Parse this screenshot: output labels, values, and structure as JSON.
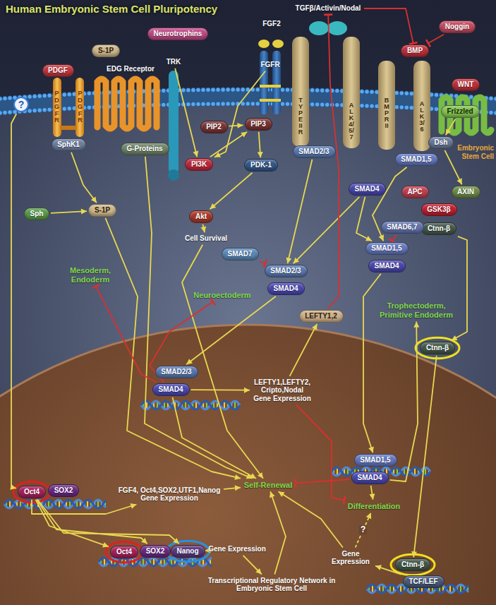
{
  "diagram": {
    "title": "Human Embryonic Stem Cell Pluripotency",
    "nodes": [
      {
        "text": [
          "?"
        ]
      },
      {
        "text": [
          "PDGF"
        ]
      },
      {
        "text": [
          "PDGFR",
          "PDGFR"
        ]
      },
      {
        "text": [
          "S-1P"
        ]
      },
      {
        "text": [
          "EDG Receptor"
        ]
      },
      {
        "text": [
          "Neurotrophins"
        ]
      },
      {
        "text": [
          "TRK"
        ]
      },
      {
        "text": [
          "FGF2"
        ]
      },
      {
        "text": [
          "FGFR"
        ]
      },
      {
        "text": [
          "TGFβ/Activin/Nodal"
        ]
      },
      {
        "text": [
          "TYPE II R"
        ]
      },
      {
        "text": [
          "ALK 4/5/7"
        ]
      },
      {
        "text": [
          "Noggin"
        ]
      },
      {
        "text": [
          "BMP"
        ]
      },
      {
        "text": [
          "BMPR II"
        ]
      },
      {
        "text": [
          "ALK 3/6"
        ]
      },
      {
        "text": [
          "WNT"
        ]
      },
      {
        "text": [
          "Frizzled"
        ]
      },
      {
        "text": [
          "SphK1"
        ]
      },
      {
        "text": [
          "G-Proteins"
        ]
      },
      {
        "text": [
          "PIP2"
        ]
      },
      {
        "text": [
          "PIP3"
        ]
      },
      {
        "text": [
          "PI3K"
        ]
      },
      {
        "text": [
          "PDK-1"
        ]
      },
      {
        "text": [
          "SMAD2/3"
        ]
      },
      {
        "text": [
          "SMAD1,5"
        ]
      },
      {
        "text": [
          "Dsh"
        ]
      },
      {
        "text": [
          "Sph"
        ]
      },
      {
        "text": [
          "S-1P"
        ]
      },
      {
        "text": [
          "SMAD4"
        ]
      },
      {
        "text": [
          "APC"
        ]
      },
      {
        "text": [
          "AXIN"
        ]
      },
      {
        "text": [
          "Akt"
        ]
      },
      {
        "text": [
          "GSK3β"
        ]
      },
      {
        "text": [
          "Ctnn-β"
        ]
      },
      {
        "text": [
          "SMAD6,7"
        ]
      },
      {
        "text": [
          "Cell Survival"
        ]
      },
      {
        "text": [
          "SMAD1,5"
        ]
      },
      {
        "text": [
          "SMAD7"
        ]
      },
      {
        "text": [
          "SMAD4"
        ]
      },
      {
        "text": [
          "SMAD2/3"
        ]
      },
      {
        "text": [
          "SMAD4"
        ]
      },
      {
        "text": [
          "Mesoderm, Endoderm"
        ]
      },
      {
        "text": [
          "Neuroectoderm"
        ]
      },
      {
        "text": [
          "Trophectoderm, Primitive Endoderm"
        ]
      },
      {
        "text": [
          "LEFTY1,2"
        ]
      },
      {
        "text": [
          "Ctnn-β"
        ]
      },
      {
        "text": [
          "SMAD2/3"
        ]
      },
      {
        "text": [
          "SMAD4"
        ]
      },
      {
        "text": [
          "LEFTY1,LEFTY2, Cripto,Nodal Gene Expression"
        ]
      },
      {
        "text": [
          "SMAD1,5"
        ]
      },
      {
        "text": [
          "SMAD4"
        ]
      },
      {
        "text": [
          "Self-Renewal"
        ]
      },
      {
        "text": [
          "Oct4"
        ]
      },
      {
        "text": [
          "SOX2"
        ]
      },
      {
        "text": [
          "FGF4, Oct4,SOX2,UTF1,Nanog Gene Expression"
        ]
      },
      {
        "text": [
          "Differentiation"
        ]
      },
      {
        "text": [
          "Gene Expression"
        ]
      },
      {
        "text": [
          "Oct4"
        ]
      },
      {
        "text": [
          "SOX2"
        ]
      },
      {
        "text": [
          "Nanog"
        ]
      },
      {
        "text": [
          "Gene Expression"
        ]
      },
      {
        "text": [
          "Ctnn-β"
        ]
      },
      {
        "text": [
          "TCF/LEF"
        ]
      },
      {
        "text": [
          "Transcriptional Regulatory Network in Embryonic Stem Cell"
        ]
      }
    ],
    "edges": [
      {
        "from": 0,
        "to": 53,
        "arrow": "to"
      },
      {
        "from": 27,
        "to": 28,
        "arrow": "to"
      },
      {
        "from": 18,
        "to": 28,
        "arrow": "to"
      },
      {
        "from": 28,
        "to": 52,
        "arrow": "to"
      },
      {
        "from": 19,
        "to": 52,
        "arrow": "to"
      },
      {
        "from": 20,
        "to": 21,
        "arrow": "to"
      },
      {
        "from": 22,
        "to": 21,
        "arrow": "to"
      },
      {
        "from": 6,
        "to": 22,
        "arrow": "to"
      },
      {
        "from": 8,
        "to": 22,
        "arrow": "to"
      },
      {
        "from": 21,
        "to": 23,
        "arrow": "to"
      },
      {
        "from": 23,
        "to": 32,
        "arrow": "to"
      },
      {
        "from": 32,
        "to": 36,
        "arrow": "to"
      },
      {
        "from": 36,
        "to": 52,
        "arrow": "to"
      },
      {
        "from": 24,
        "to": 40,
        "arrow": "to"
      },
      {
        "from": 29,
        "to": 40,
        "arrow": "to"
      },
      {
        "from": 29,
        "to": 37,
        "arrow": "to"
      },
      {
        "from": 38,
        "to": 40,
        "arrow": "to"
      },
      {
        "from": 35,
        "to": 37,
        "arrow": "to"
      },
      {
        "from": 25,
        "to": 37,
        "arrow": "to"
      },
      {
        "from": 41,
        "to": 47,
        "arrow": "to"
      },
      {
        "from": 48,
        "to": 42,
        "arrow": "to"
      },
      {
        "from": 48,
        "to": 43,
        "arrow": "to"
      },
      {
        "from": 48,
        "to": 52,
        "arrow": "to"
      },
      {
        "from": 49,
        "to": 45,
        "arrow": "to"
      },
      {
        "from": 45,
        "to": 9,
        "arrow": "to"
      },
      {
        "from": 9,
        "to": 13,
        "arrow": "to"
      },
      {
        "from": 12,
        "to": 13,
        "arrow": "to"
      },
      {
        "from": 49,
        "to": 56,
        "arrow": "to"
      },
      {
        "from": 39,
        "to": 50,
        "arrow": "to"
      },
      {
        "from": 51,
        "to": 44,
        "arrow": "to"
      },
      {
        "from": 51,
        "to": 52,
        "arrow": "to"
      },
      {
        "from": 51,
        "to": 56,
        "arrow": "to"
      },
      {
        "from": 17,
        "to": 26,
        "arrow": "to"
      },
      {
        "from": 26,
        "to": 31,
        "arrow": "to"
      },
      {
        "from": 34,
        "to": 46,
        "arrow": "to"
      },
      {
        "from": 46,
        "to": 62,
        "arrow": "to"
      },
      {
        "from": 63,
        "to": 57,
        "arrow": "to"
      },
      {
        "from": 57,
        "to": 52,
        "arrow": "to"
      },
      {
        "from": 57,
        "to": 56,
        "label": "?",
        "arrow": "to"
      },
      {
        "from": 53,
        "to": 55,
        "arrow": "to"
      },
      {
        "from": 55,
        "to": 52,
        "arrow": "to"
      },
      {
        "from": 53,
        "to": 58,
        "arrow": "to"
      },
      {
        "from": 53,
        "to": 59,
        "arrow": "to"
      },
      {
        "from": 53,
        "to": 60,
        "arrow": "to"
      },
      {
        "from": 60,
        "to": 61,
        "arrow": "to"
      },
      {
        "from": 61,
        "to": 64,
        "arrow": "to"
      },
      {
        "from": 64,
        "to": 52,
        "arrow": "to"
      },
      {
        "from": 48,
        "to": 49,
        "arrow": "to"
      }
    ],
    "labels": [
      "Embryonic Stem Cell"
    ]
  }
}
